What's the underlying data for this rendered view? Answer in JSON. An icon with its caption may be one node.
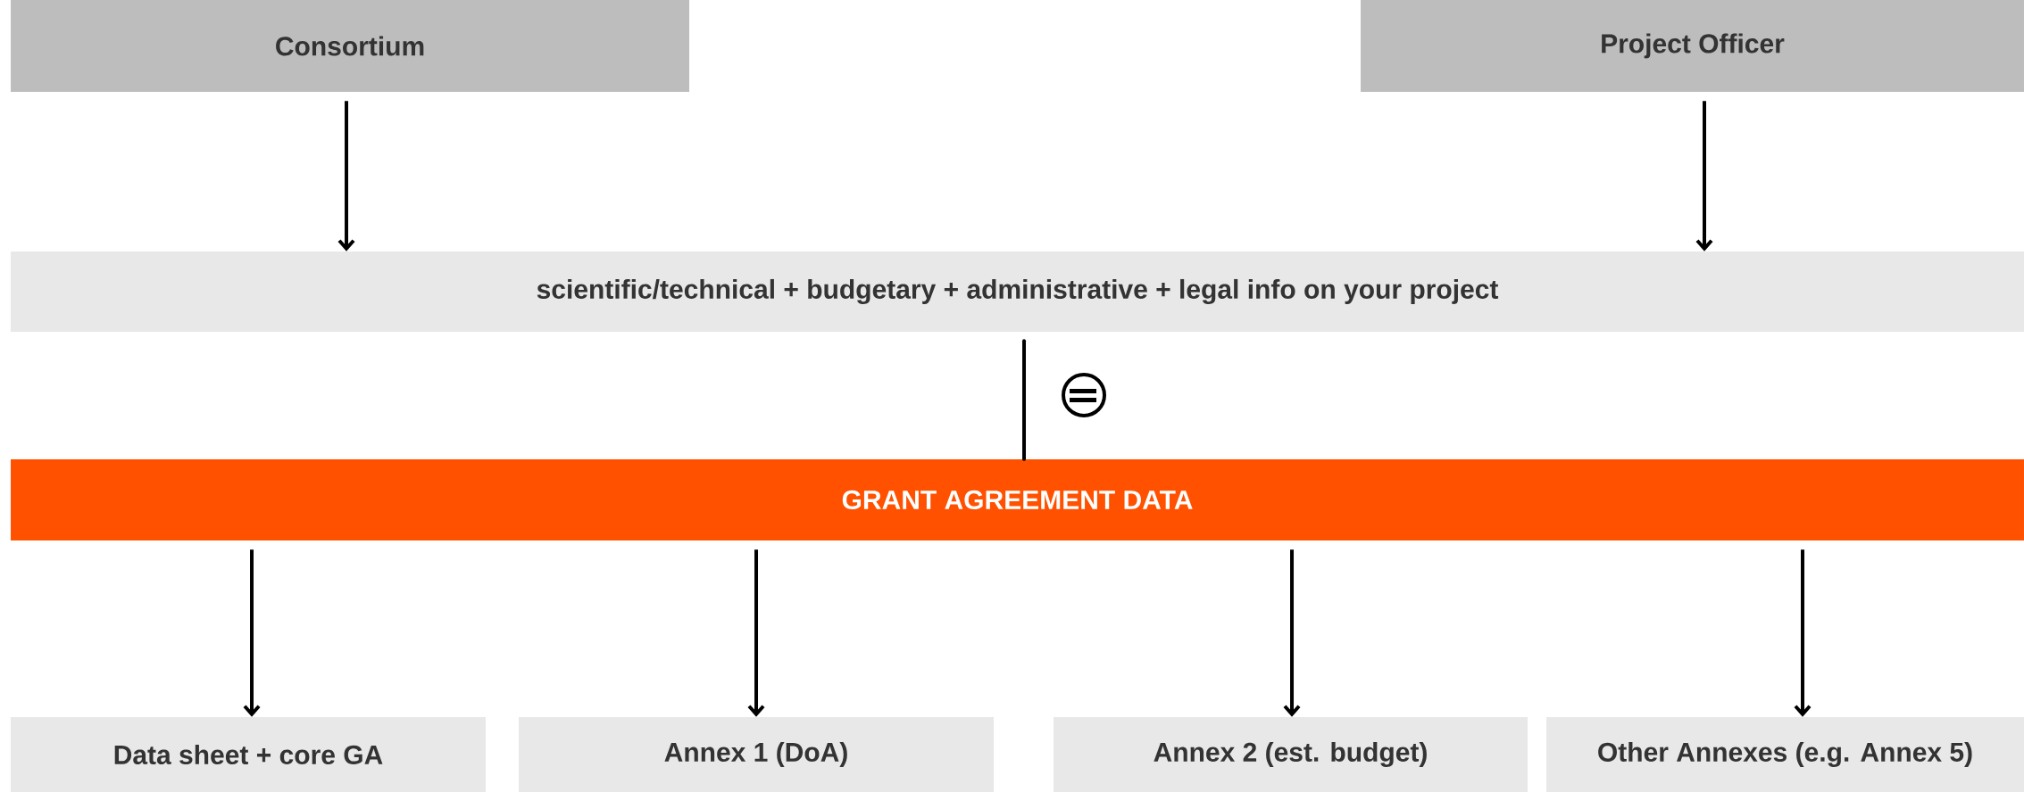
{
  "diagram": {
    "nodes": [
      {
        "text": [
          "Consortium"
        ]
      },
      {
        "text": [
          "Project Officer"
        ]
      },
      {
        "text": [
          "scientific/technical + budgetary + administrative + legal info on your project"
        ]
      },
      {
        "text": [
          "GRANT AGREEMENT DATA"
        ]
      },
      {
        "text": [
          "Data sheet + core GA"
        ]
      },
      {
        "text": [
          "Annex 1 (DoA)"
        ]
      },
      {
        "text": [
          "Annex 2 (est. budget)"
        ]
      },
      {
        "text": [
          "Other Annexes (e.g. Annex 5)"
        ]
      }
    ],
    "edges": [
      {
        "from": 0,
        "to": 2,
        "arrow": "to"
      },
      {
        "from": 1,
        "to": 2,
        "arrow": "to"
      },
      {
        "from": 2,
        "to": 3,
        "arrow": "none"
      },
      {
        "from": 3,
        "to": 4,
        "arrow": "to"
      },
      {
        "from": 3,
        "to": 5,
        "arrow": "to"
      },
      {
        "from": 3,
        "to": 6,
        "arrow": "to"
      },
      {
        "from": 3,
        "to": 7,
        "arrow": "to"
      }
    ]
  }
}
